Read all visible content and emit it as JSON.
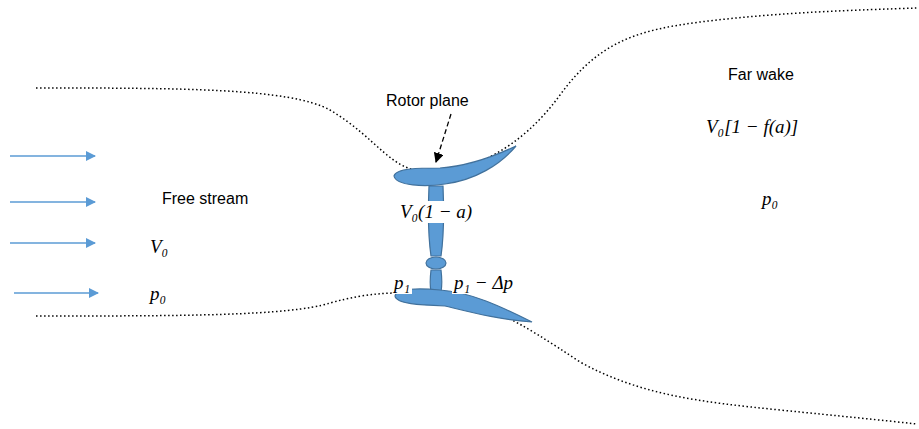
{
  "diagram": {
    "labels": [
      "Rotor plane",
      "Free stream",
      "V₀",
      "p₀",
      "V₀(1 − a)",
      "p₁",
      "p₁ − Δp",
      "Far wake",
      "V₀[1 − f(a)]",
      "p₀"
    ]
  }
}
